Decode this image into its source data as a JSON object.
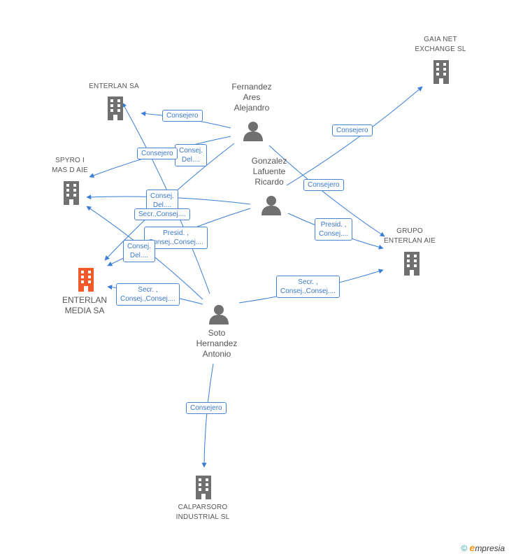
{
  "colors": {
    "edge": "#3a7fd5",
    "company": "#707070",
    "highlight": "#f0592a",
    "person": "#707070"
  },
  "nodes": {
    "gaia": {
      "label_lines": [
        "GAIA NET",
        "EXCHANGE SL"
      ],
      "icon": "building-icon"
    },
    "enterlan_sa": {
      "label_lines": [
        "ENTERLAN SA"
      ],
      "icon": "building-icon"
    },
    "spyro": {
      "label_lines": [
        "SPYRO I",
        "MAS D AIE"
      ],
      "icon": "building-icon"
    },
    "enterlan_media": {
      "label_lines": [
        "ENTERLAN",
        "MEDIA SA"
      ],
      "icon": "building-icon",
      "highlighted": true
    },
    "grupo_enterlan": {
      "label_lines": [
        "GRUPO",
        "ENTERLAN AIE"
      ],
      "icon": "building-icon"
    },
    "calparsoro": {
      "label_lines": [
        "CALPARSORO",
        "INDUSTRIAL SL"
      ],
      "icon": "building-icon"
    },
    "fernandez": {
      "label_lines": [
        "Fernandez",
        "Ares",
        "Alejandro"
      ],
      "icon": "person-icon"
    },
    "gonzalez": {
      "label_lines": [
        "Gonzalez",
        "Lafuente",
        "Ricardo"
      ],
      "icon": "person-icon"
    },
    "soto": {
      "label_lines": [
        "Soto",
        "Hernandez",
        "Antonio"
      ],
      "icon": "person-icon"
    }
  },
  "edges": [
    {
      "id": "e1",
      "lines": [
        "Consejero"
      ]
    },
    {
      "id": "e2",
      "lines": [
        "Consej.",
        "Del...."
      ]
    },
    {
      "id": "e3",
      "lines": [
        "Consejero"
      ]
    },
    {
      "id": "e4",
      "lines": [
        "Consejero"
      ]
    },
    {
      "id": "e5",
      "lines": [
        "Consejero"
      ]
    },
    {
      "id": "e6",
      "lines": [
        "Consej.",
        "Del...."
      ]
    },
    {
      "id": "e7",
      "lines": [
        "Secr.,Consej...."
      ]
    },
    {
      "id": "e8",
      "lines": [
        "Presid. ,",
        "Consej.,Consej...."
      ]
    },
    {
      "id": "e9",
      "lines": [
        "Consej.",
        "Del...."
      ]
    },
    {
      "id": "e10",
      "lines": [
        "Presid. ,",
        "Consej...."
      ]
    },
    {
      "id": "e11",
      "lines": [
        "Secr. ,",
        "Consej.,Consej...."
      ]
    },
    {
      "id": "e12",
      "lines": [
        "Secr. ,",
        "Consej.,Consej...."
      ]
    },
    {
      "id": "e13",
      "lines": [
        "Consejero"
      ]
    }
  ],
  "footer": {
    "copyright": "©",
    "brand_e": "e",
    "brand_rest": "mpresia"
  }
}
